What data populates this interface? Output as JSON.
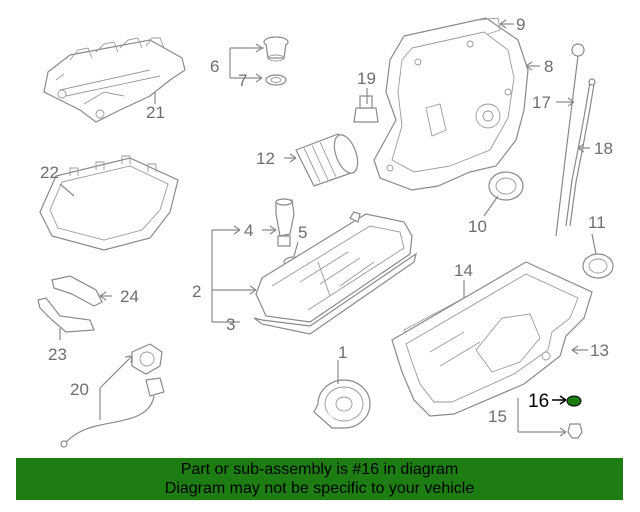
{
  "colors": {
    "banner_bg": "#1d7d12",
    "highlight_part": "#1d7d12",
    "line_art": "#8a8a8a",
    "callout_text": "#6e6e6e"
  },
  "callouts": [
    {
      "id": "1",
      "label": "1"
    },
    {
      "id": "2",
      "label": "2"
    },
    {
      "id": "3",
      "label": "3"
    },
    {
      "id": "4",
      "label": "4"
    },
    {
      "id": "5",
      "label": "5"
    },
    {
      "id": "6",
      "label": "6"
    },
    {
      "id": "7",
      "label": "7"
    },
    {
      "id": "8",
      "label": "8"
    },
    {
      "id": "9",
      "label": "9"
    },
    {
      "id": "10",
      "label": "10"
    },
    {
      "id": "11",
      "label": "11"
    },
    {
      "id": "12",
      "label": "12"
    },
    {
      "id": "13",
      "label": "13"
    },
    {
      "id": "14",
      "label": "14"
    },
    {
      "id": "15",
      "label": "15"
    },
    {
      "id": "16",
      "label": "16",
      "highlighted": true
    },
    {
      "id": "17",
      "label": "17"
    },
    {
      "id": "18",
      "label": "18"
    },
    {
      "id": "19",
      "label": "19"
    },
    {
      "id": "20",
      "label": "20"
    },
    {
      "id": "21",
      "label": "21"
    },
    {
      "id": "22",
      "label": "22"
    },
    {
      "id": "23",
      "label": "23"
    },
    {
      "id": "24",
      "label": "24"
    }
  ],
  "banner": {
    "line1": "Part or sub-assembly is #16 in diagram",
    "line2": "Diagram may not be specific to your vehicle"
  }
}
